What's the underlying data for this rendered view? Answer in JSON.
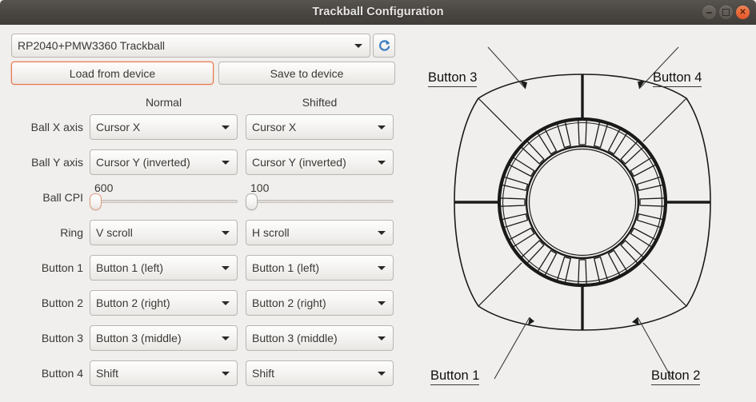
{
  "window": {
    "title": "Trackball Configuration",
    "controls": [
      {
        "name": "minimize",
        "glyph": "minimize-icon"
      },
      {
        "name": "maximize",
        "glyph": "maximize-icon"
      },
      {
        "name": "close",
        "glyph": "close-icon",
        "color": "#e2562a"
      }
    ]
  },
  "device": {
    "selected": "RP2040+PMW3360 Trackball",
    "refresh_icon": "refresh-icon",
    "refresh_color": "#3f7fc1"
  },
  "actions": {
    "load_label": "Load from device",
    "save_label": "Save to device",
    "focus_color": "#e9764a"
  },
  "columns": {
    "normal": "Normal",
    "shifted": "Shifted"
  },
  "rows": [
    {
      "label": "Ball X axis",
      "type": "combo",
      "normal": "Cursor X",
      "shifted": "Cursor X"
    },
    {
      "label": "Ball Y axis",
      "type": "combo",
      "normal": "Cursor Y (inverted)",
      "shifted": "Cursor Y (inverted)"
    },
    {
      "label": "Ball CPI",
      "type": "slider",
      "normal": "600",
      "shifted": "100",
      "normal_pos_pct": 0,
      "shifted_pos_pct": 0
    },
    {
      "label": "Ring",
      "type": "combo",
      "normal": "V scroll",
      "shifted": "H scroll"
    },
    {
      "label": "Button 1",
      "type": "combo",
      "normal": "Button 1 (left)",
      "shifted": "Button 1 (left)"
    },
    {
      "label": "Button 2",
      "type": "combo",
      "normal": "Button 2 (right)",
      "shifted": "Button 2 (right)"
    },
    {
      "label": "Button 3",
      "type": "combo",
      "normal": "Button 3 (middle)",
      "shifted": "Button 3 (middle)"
    },
    {
      "label": "Button 4",
      "type": "combo",
      "normal": "Shift",
      "shifted": "Shift"
    }
  ],
  "diagram": {
    "labels": {
      "button3": "Button 3",
      "button4": "Button 4",
      "button1": "Button 1",
      "button2": "Button 2"
    }
  },
  "colors": {
    "titlebar": "#4b4743",
    "background": "#f0efed",
    "text": "#3b3835",
    "accent": "#e9764a",
    "diagram_line": "#1a1a1a"
  }
}
